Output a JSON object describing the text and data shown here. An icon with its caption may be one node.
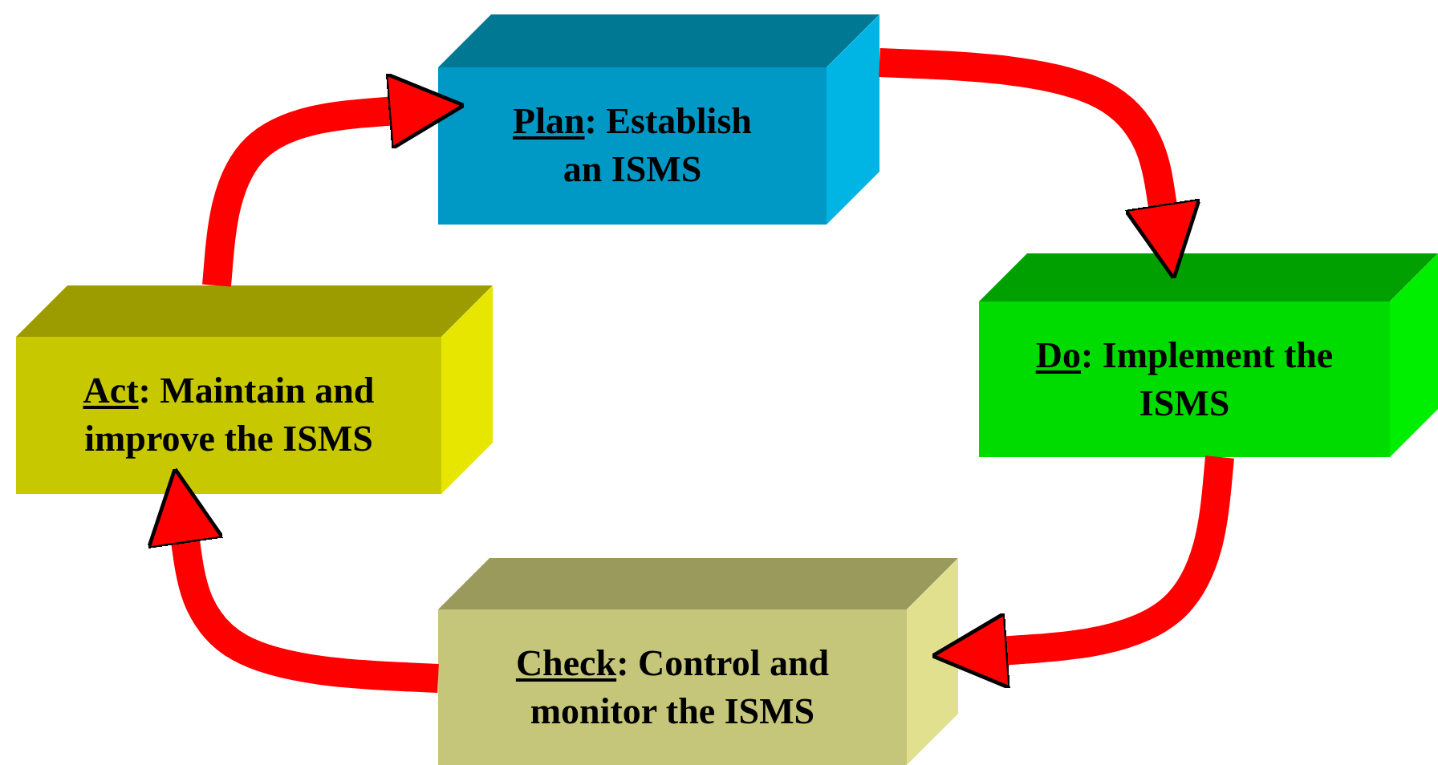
{
  "diagram": {
    "nodes": [
      {
        "text": [
          "Plan: Establish an ISMS"
        ]
      },
      {
        "text": [
          "Do: Implement the ISMS"
        ]
      },
      {
        "text": [
          "Check: Control and monitor the ISMS"
        ]
      },
      {
        "text": [
          "Act: Maintain and improve the ISMS"
        ]
      }
    ],
    "edges": [
      {
        "from": 0,
        "to": 1,
        "arrow": "to",
        "color": "#ff0000"
      },
      {
        "from": 1,
        "to": 2,
        "arrow": "to",
        "color": "#ff0000"
      },
      {
        "from": 2,
        "to": 3,
        "arrow": "to",
        "color": "#ff0000"
      },
      {
        "from": 3,
        "to": 0,
        "arrow": "to",
        "color": "#ff0000"
      }
    ]
  }
}
